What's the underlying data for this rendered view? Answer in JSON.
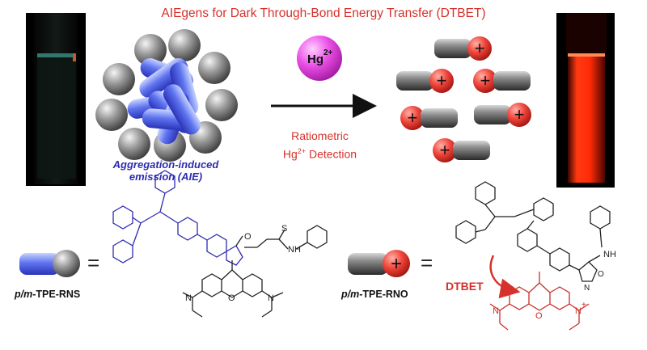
{
  "title": "AIEgens for Dark Through-Bond Energy Transfer (DTBET)",
  "aie_label": [
    "Aggregation-induced",
    "emission (AIE)"
  ],
  "reagent": "Hg",
  "reagent_charge": "2+",
  "arrow_caption_line1": "Ratiometric",
  "arrow_caption_line2_prefix": "Hg",
  "arrow_caption_line2_sup": "2+",
  "arrow_caption_line2_suffix": " Detection",
  "equals_sign": "=",
  "compound_rns": {
    "prefix": "p/m",
    "suffix": "-TPE-RNS"
  },
  "compound_rno": {
    "prefix": "p/m",
    "suffix": "-TPE-RNO"
  },
  "dtbet_label": "DTBET",
  "structure_atoms": {
    "oxygen": "O",
    "sulfur": "S",
    "nh": "NH",
    "n": "N",
    "n_plus": "+"
  },
  "colors": {
    "title_red": "#d6312b",
    "aie_blue": "#2e2bb0",
    "dye_red": "#c8302a",
    "tpe_blue": "#2e2bb0",
    "plus_sphere": "#e83a30",
    "hg_sphere": "#e64be0",
    "cuvette_dark_glow": "#3a8a7e",
    "cuvette_red_glow": "#ff3a1a"
  }
}
